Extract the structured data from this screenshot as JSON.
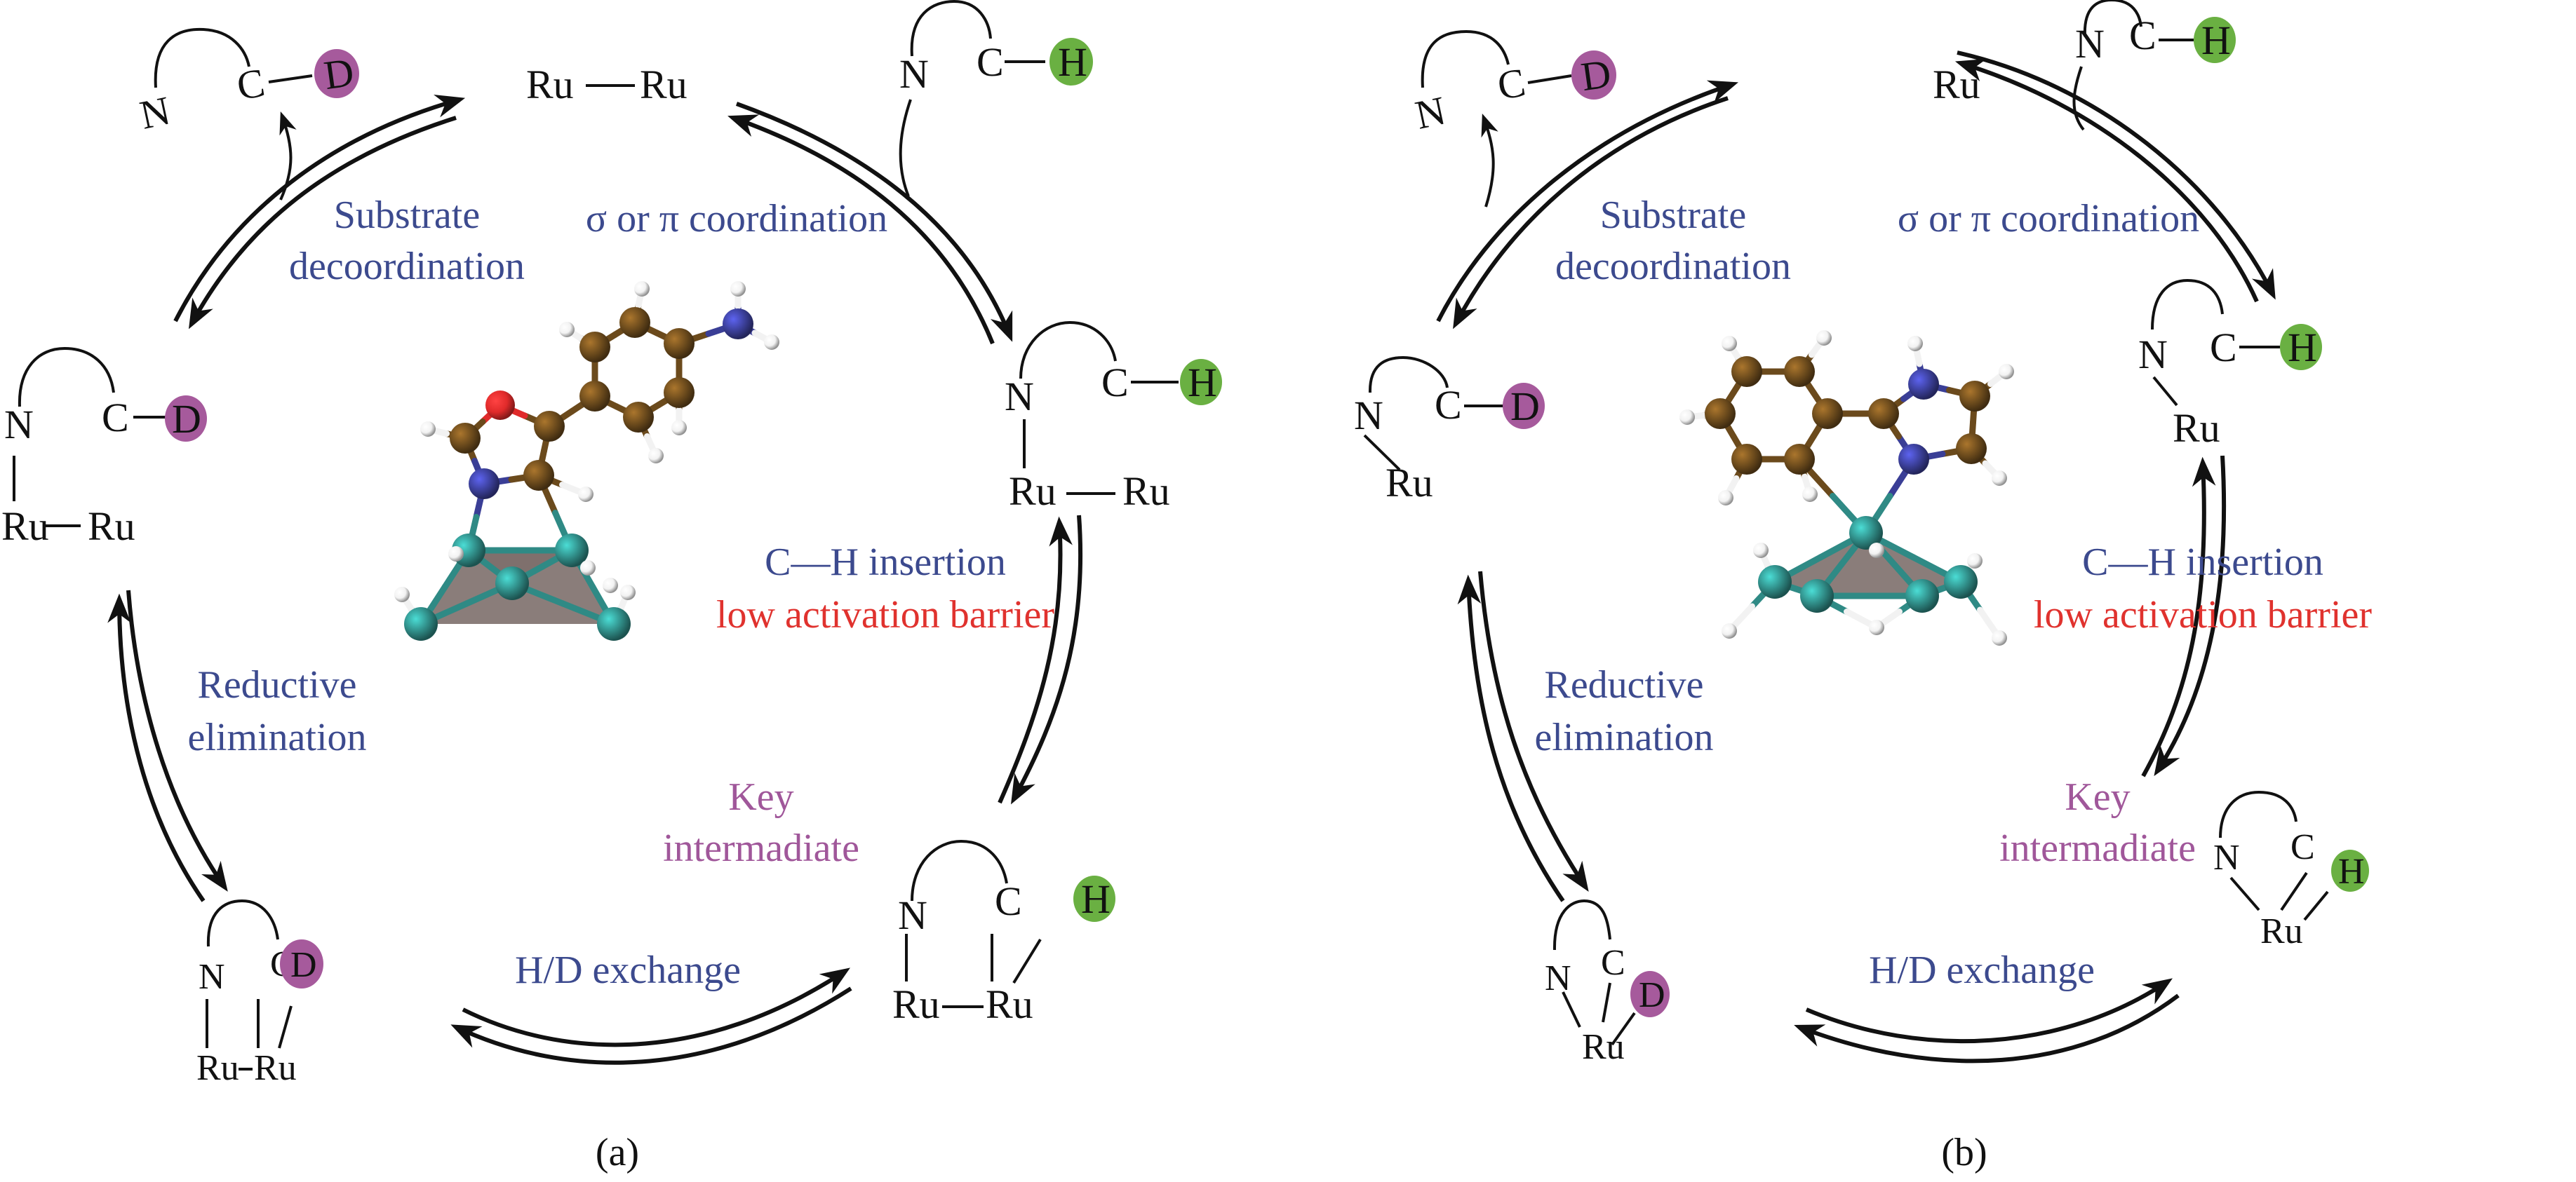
{
  "figure": {
    "colors": {
      "label_blue": "#3c4a8e",
      "label_red": "#e0322e",
      "label_purple": "#a0579a",
      "deuterium_circle": "#a65a9c",
      "hydrogen_circle": "#6ab042",
      "carbon_atom": "#6b4a1c",
      "nitrogen_atom": "#3a3e96",
      "oxygen_atom": "#e02a2a",
      "ruthenium_atom": "#2f8a85",
      "hydrogen_atom": "#f2f2f2",
      "cluster_face": "#7d6f6c"
    },
    "atoms": {
      "N": "N",
      "C": "C",
      "D": "D",
      "H": "H",
      "Ru": "Ru"
    },
    "panels": [
      {
        "caption": "(a)",
        "steps": {
          "substrate_decoordination": [
            "Substrate",
            "decoordination"
          ],
          "coordination": "σ or π coordination",
          "ch_insertion": "C—H insertion",
          "low_barrier": "low activation barrier",
          "reductive_elimination": [
            "Reductive",
            "elimination"
          ],
          "key_intermediate": [
            "Key",
            "intermadiate"
          ],
          "hd_exchange": "H/D exchange"
        },
        "catalyst": "Ru—Ru",
        "model": "oxazole-aniline on Ru cluster"
      },
      {
        "caption": "(b)",
        "steps": {
          "substrate_decoordination": [
            "Substrate",
            "decoordination"
          ],
          "coordination": "σ or π coordination",
          "ch_insertion": "C—H insertion",
          "low_barrier": "low activation barrier",
          "reductive_elimination": [
            "Reductive",
            "elimination"
          ],
          "key_intermediate": [
            "Key",
            "intermadiate"
          ],
          "hd_exchange": "H/D exchange"
        },
        "catalyst": "Ru",
        "model": "phenyl-imidazole on Ru cluster"
      }
    ]
  }
}
